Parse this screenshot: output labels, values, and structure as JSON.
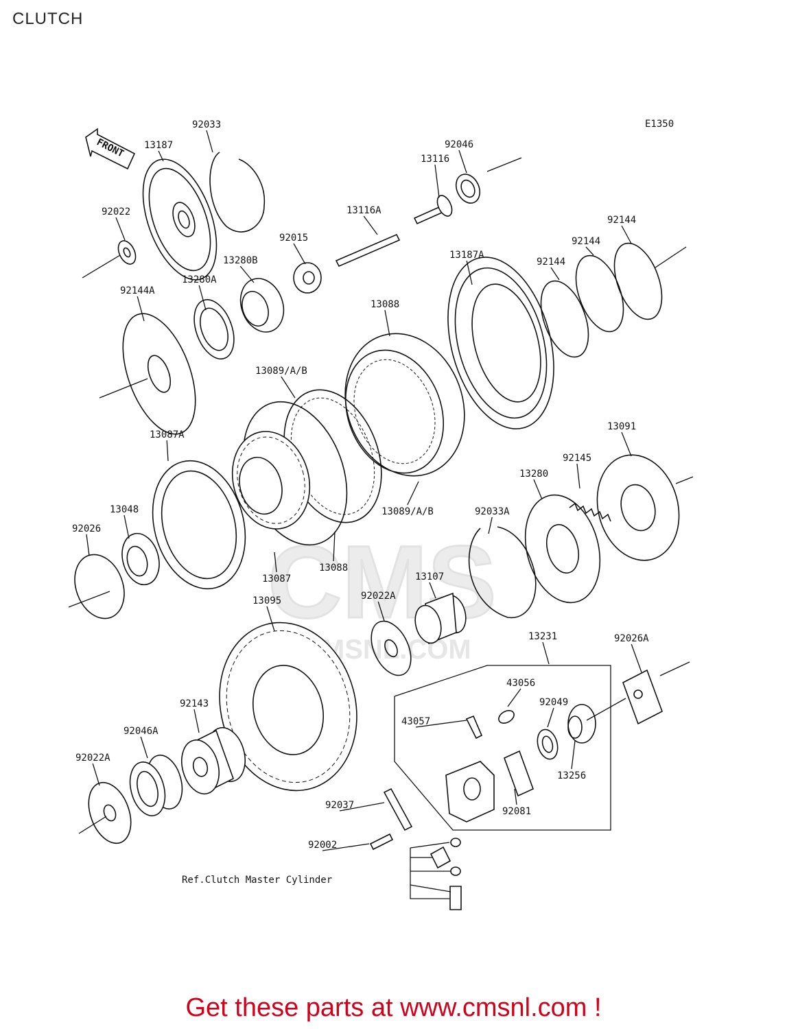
{
  "page": {
    "title": "CLUTCH"
  },
  "diagram": {
    "code": "E1350",
    "front_label": "FRONT",
    "ref_note": "Ref.Clutch Master Cylinder",
    "watermark": "CMS",
    "watermark_sub": "CMSNL.COM"
  },
  "footer": {
    "text": "Get these parts at www.cmsnl.com !",
    "color": "#d0021b"
  },
  "callouts": [
    {
      "text": "92033"
    },
    {
      "text": "13187"
    },
    {
      "text": "92046"
    },
    {
      "text": "13116"
    },
    {
      "text": "92022"
    },
    {
      "text": "13116A"
    },
    {
      "text": "92015"
    },
    {
      "text": "13280B"
    },
    {
      "text": "92144"
    },
    {
      "text": "92144"
    },
    {
      "text": "92144"
    },
    {
      "text": "13187A"
    },
    {
      "text": "13280A"
    },
    {
      "text": "92144A"
    },
    {
      "text": "13088"
    },
    {
      "text": "13089/A/B"
    },
    {
      "text": "13091"
    },
    {
      "text": "13087A"
    },
    {
      "text": "92145"
    },
    {
      "text": "13280"
    },
    {
      "text": "13048"
    },
    {
      "text": "92026"
    },
    {
      "text": "13089/A/B"
    },
    {
      "text": "92033A"
    },
    {
      "text": "13087"
    },
    {
      "text": "13088"
    },
    {
      "text": "13107"
    },
    {
      "text": "92022A"
    },
    {
      "text": "13095"
    },
    {
      "text": "13231"
    },
    {
      "text": "92026A"
    },
    {
      "text": "43056"
    },
    {
      "text": "92049"
    },
    {
      "text": "43057"
    },
    {
      "text": "92143"
    },
    {
      "text": "92046A"
    },
    {
      "text": "92022A"
    },
    {
      "text": "13256"
    },
    {
      "text": "92037"
    },
    {
      "text": "92081"
    },
    {
      "text": "92002"
    }
  ]
}
